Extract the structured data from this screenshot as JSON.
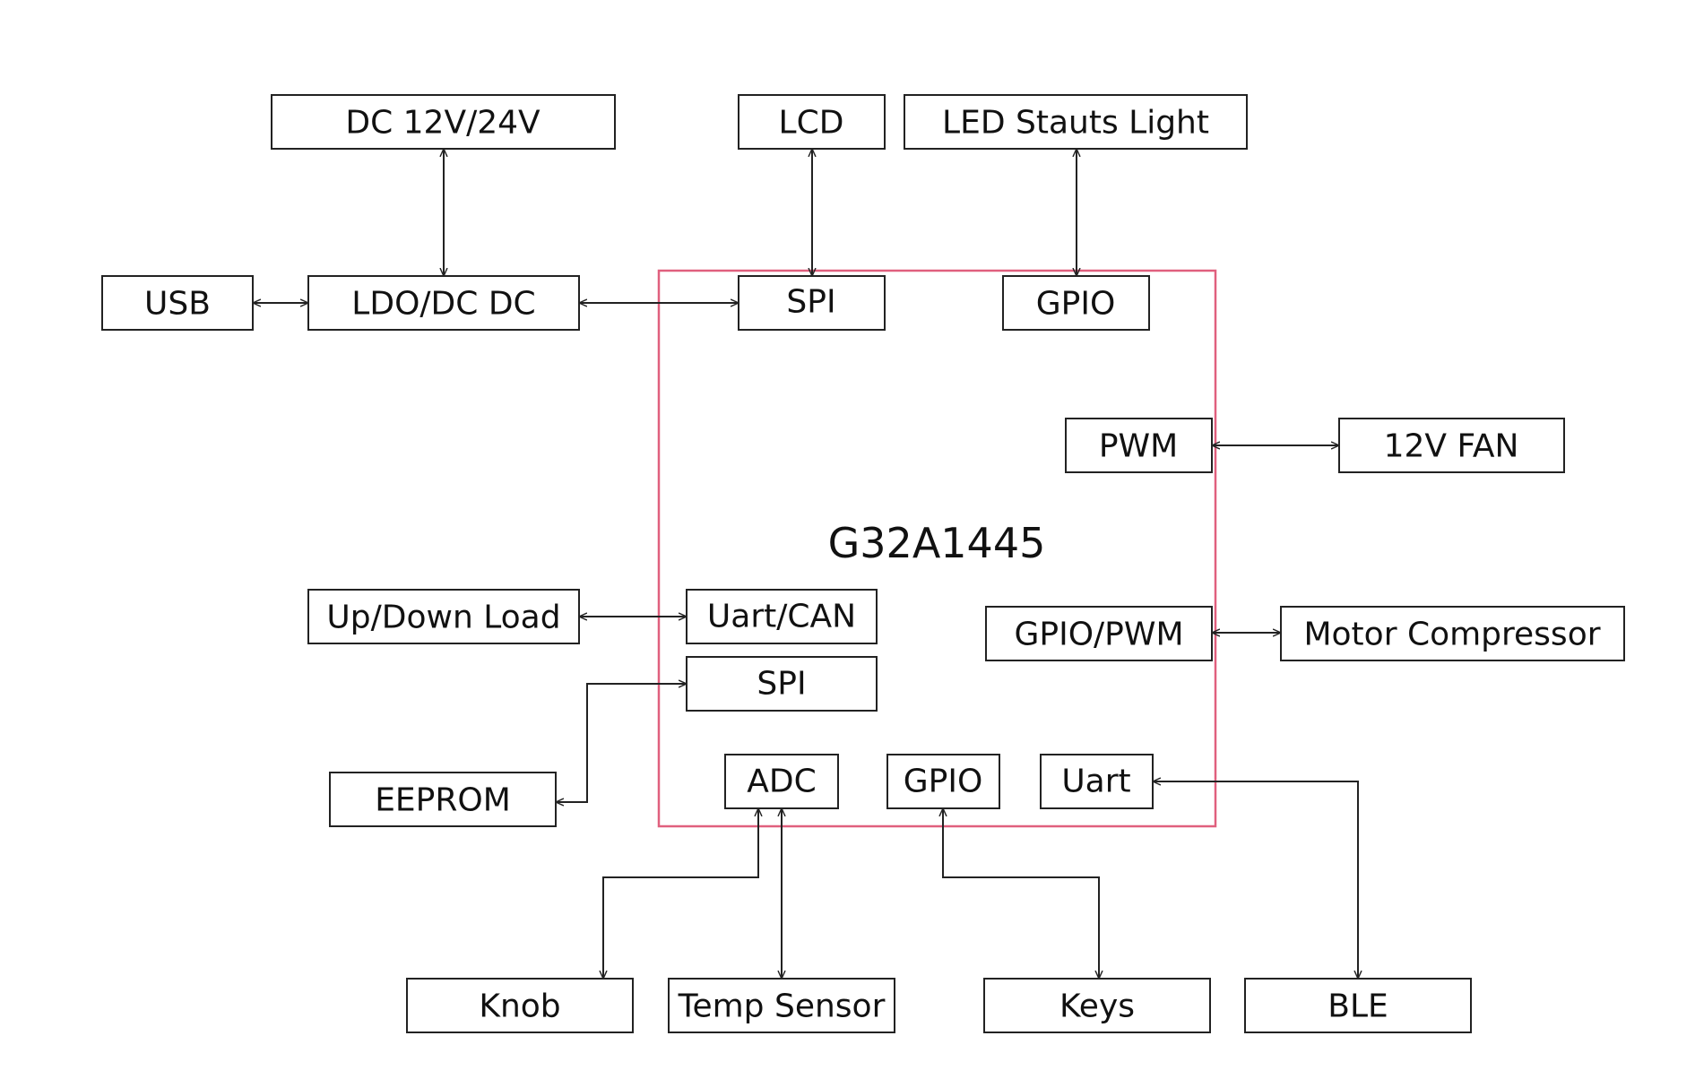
{
  "mcu": {
    "label": "G32A1445",
    "border_color": "#e0607e"
  },
  "blocks": {
    "dc_supply": "DC 12V/24V",
    "lcd": "LCD",
    "led_status_light": "LED Stauts Light",
    "usb": "USB",
    "ldo_dcdc": "LDO/DC DC",
    "spi_top": "SPI",
    "gpio_top": "GPIO",
    "pwm": "PWM",
    "fan": "12V FAN",
    "up_down_load": "Up/Down Load",
    "uart_can": "Uart/CAN",
    "gpio_pwm": "GPIO/PWM",
    "motor_compressor": "Motor Compressor",
    "spi_mid": "SPI",
    "eeprom": "EEPROM",
    "adc": "ADC",
    "gpio_bottom": "GPIO",
    "uart": "Uart",
    "knob": "Knob",
    "temp_sensor": "Temp Sensor",
    "keys": "Keys",
    "ble": "BLE"
  }
}
